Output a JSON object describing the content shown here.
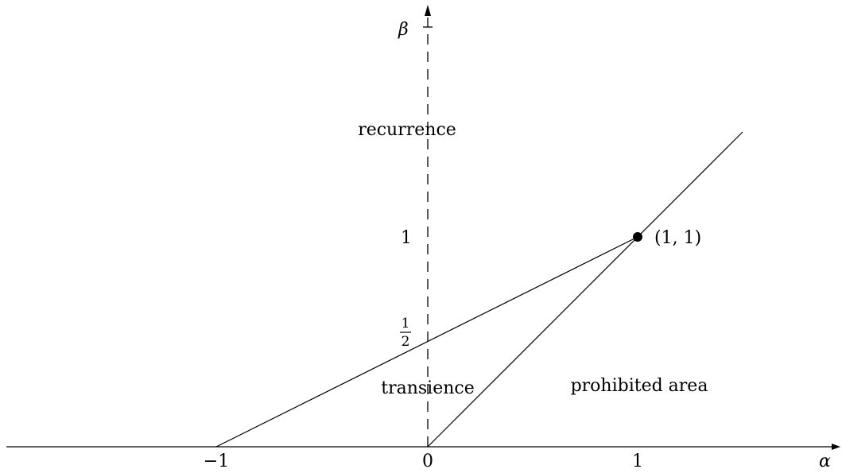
{
  "diagram": {
    "axes": {
      "x_label": "α",
      "y_label": "β",
      "x_ticks": [
        "−1",
        "0",
        "1"
      ],
      "y_ticks": {
        "one": "1",
        "half_num": "1",
        "half_den": "2"
      }
    },
    "regions": {
      "recurrence": "recurrence",
      "transience": "transience",
      "prohibited": "prohibited area"
    },
    "point": {
      "label": "(1, 1)"
    }
  }
}
